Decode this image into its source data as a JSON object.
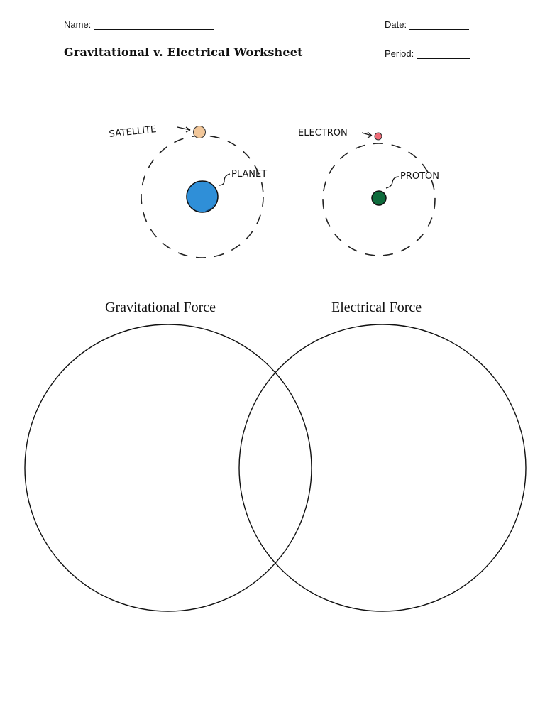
{
  "header": {
    "name_label": "Name:",
    "date_label": "Date:",
    "period_label": "Period:",
    "title": "Gravitational v. Electrical Worksheet"
  },
  "illustration": {
    "satellite_label": "SATELLITE",
    "planet_label": "PLANET",
    "electron_label": "ELECTRON",
    "proton_label": "PROTON",
    "colors": {
      "satellite": "#f2c79a",
      "planet": "#2f8fd8",
      "electron": "#ef6b77",
      "proton": "#0e6b3c"
    }
  },
  "venn": {
    "left_label": "Gravitational Force",
    "right_label": "Electrical Force"
  }
}
